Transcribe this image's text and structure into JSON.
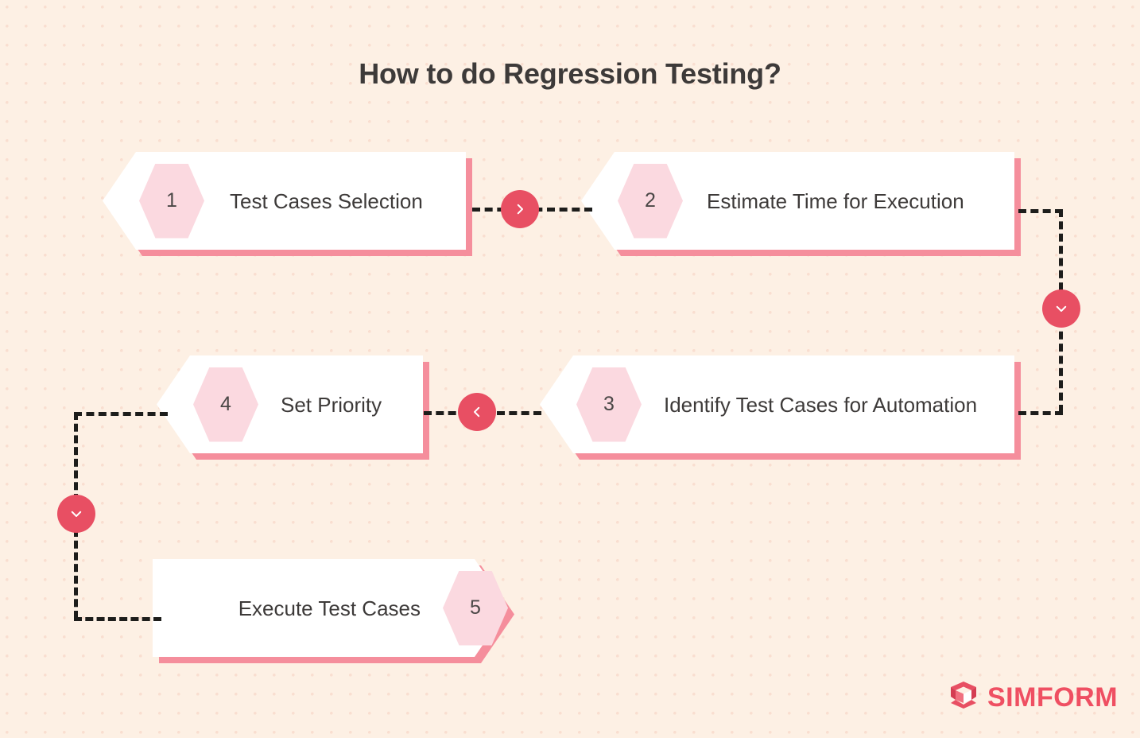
{
  "page": {
    "title": "How to do Regression Testing?",
    "background_color": "#fdf0e4",
    "dot_color": "#f9ded0"
  },
  "theme": {
    "accent": "#e84f63",
    "card_shadow": "#f58e9c",
    "hexagon_fill": "#fbd9e0",
    "card_fill": "#ffffff",
    "text_color": "#3d3a39",
    "connector_color": "#1d1d1b",
    "logo_color": "#ef4f62"
  },
  "steps": [
    {
      "number": "1",
      "label": "Test Cases Selection"
    },
    {
      "number": "2",
      "label": "Estimate Time for Execution"
    },
    {
      "number": "3",
      "label": "Identify Test Cases for Automation"
    },
    {
      "number": "4",
      "label": "Set Priority"
    },
    {
      "number": "5",
      "label": "Execute Test Cases"
    }
  ],
  "connectors": [
    {
      "id": "step1-to-step2",
      "icon": "chevron-right-icon"
    },
    {
      "id": "step2-to-step3",
      "icon": "chevron-down-icon"
    },
    {
      "id": "step3-to-step4",
      "icon": "chevron-left-icon"
    },
    {
      "id": "step4-to-step5",
      "icon": "chevron-down-icon"
    }
  ],
  "brand": {
    "name": "SIMFORM",
    "mark": "simform-logo-icon"
  }
}
